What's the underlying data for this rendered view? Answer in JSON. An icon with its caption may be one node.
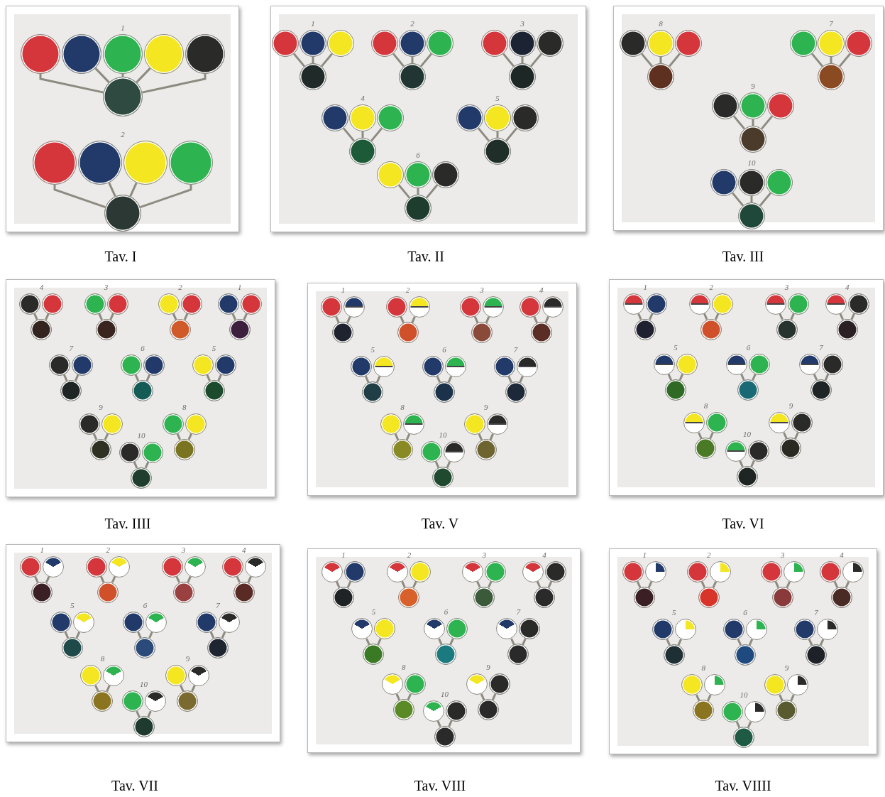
{
  "diagram": {
    "nodes": [
      {
        "text": [],
        "shape": "box",
        "beside": [
          "Tav. I"
        ]
      },
      {
        "text": [],
        "shape": "circle",
        "in": 0
      },
      {
        "text": [],
        "shape": "circle",
        "in": 0
      },
      {
        "text": [],
        "shape": "circle",
        "in": 0
      },
      {
        "text": [],
        "shape": "circle",
        "in": 0
      },
      {
        "text": [],
        "shape": "circle",
        "in": 0
      },
      {
        "text": [],
        "shape": "circle",
        "in": 0
      },
      {
        "text": [],
        "shape": "circle",
        "in": 0
      },
      {
        "text": [],
        "shape": "circle",
        "in": 0
      },
      {
        "text": [],
        "shape": "circle",
        "in": 0
      },
      {
        "text": [],
        "shape": "circle",
        "in": 0
      },
      {
        "text": [],
        "shape": "circle",
        "in": 0
      },
      {
        "text": [],
        "shape": "box",
        "beside": [
          "Tav. II"
        ]
      },
      {
        "text": [],
        "shape": "circle",
        "in": 12
      },
      {
        "text": [],
        "shape": "circle",
        "in": 12
      },
      {
        "text": [],
        "shape": "circle",
        "in": 12
      },
      {
        "text": [],
        "shape": "circle",
        "in": 12
      },
      {
        "text": [],
        "shape": "circle",
        "in": 12
      },
      {
        "text": [],
        "shape": "circle",
        "in": 12
      },
      {
        "text": [],
        "shape": "circle",
        "in": 12
      },
      {
        "text": [],
        "shape": "circle",
        "in": 12
      },
      {
        "text": [],
        "shape": "circle",
        "in": 12
      },
      {
        "text": [],
        "shape": "circle",
        "in": 12
      },
      {
        "text": [],
        "shape": "circle",
        "in": 12
      },
      {
        "text": [],
        "shape": "circle",
        "in": 12
      },
      {
        "text": [],
        "shape": "circle",
        "in": 12
      },
      {
        "text": [],
        "shape": "circle",
        "in": 12
      },
      {
        "text": [],
        "shape": "circle",
        "in": 12
      },
      {
        "text": [],
        "shape": "circle",
        "in": 12
      },
      {
        "text": [],
        "shape": "circle",
        "in": 12
      },
      {
        "text": [],
        "shape": "circle",
        "in": 12
      },
      {
        "text": [],
        "shape": "circle",
        "in": 12
      },
      {
        "text": [],
        "shape": "circle",
        "in": 12
      },
      {
        "text": [],
        "shape": "circle",
        "in": 12
      },
      {
        "text": [],
        "shape": "circle",
        "in": 12
      },
      {
        "text": [],
        "shape": "circle",
        "in": 12
      },
      {
        "text": [],
        "shape": "circle",
        "in": 12
      },
      {
        "text": [],
        "shape": "box",
        "beside": [
          "Tav. III"
        ]
      },
      {
        "text": [],
        "shape": "circle",
        "in": 37
      },
      {
        "text": [],
        "shape": "circle",
        "in": 37
      },
      {
        "text": [],
        "shape": "circle",
        "in": 37
      },
      {
        "text": [],
        "shape": "circle",
        "in": 37
      },
      {
        "text": [],
        "shape": "circle",
        "in": 37
      },
      {
        "text": [],
        "shape": "circle",
        "in": 37
      },
      {
        "text": [],
        "shape": "circle",
        "in": 37
      },
      {
        "text": [],
        "shape": "circle",
        "in": 37
      },
      {
        "text": [],
        "shape": "circle",
        "in": 37
      },
      {
        "text": [],
        "shape": "circle",
        "in": 37
      },
      {
        "text": [],
        "shape": "circle",
        "in": 37
      },
      {
        "text": [],
        "shape": "circle",
        "in": 37
      },
      {
        "text": [],
        "shape": "circle",
        "in": 37
      },
      {
        "text": [],
        "shape": "circle",
        "in": 37
      },
      {
        "text": [],
        "shape": "circle",
        "in": 37
      },
      {
        "text": [],
        "shape": "circle",
        "in": 37
      },
      {
        "text": [],
        "shape": "box",
        "beside": [
          "Tav. IIII"
        ]
      },
      {
        "text": [],
        "shape": "circle",
        "in": 54
      },
      {
        "text": [],
        "shape": "circle",
        "in": 54
      },
      {
        "text": [],
        "shape": "circle",
        "in": 54
      },
      {
        "text": [],
        "shape": "circle",
        "in": 54
      },
      {
        "text": [],
        "shape": "circle",
        "in": 54
      },
      {
        "text": [],
        "shape": "circle",
        "in": 54
      },
      {
        "text": [],
        "shape": "circle",
        "in": 54
      },
      {
        "text": [],
        "shape": "circle",
        "in": 54
      },
      {
        "text": [],
        "shape": "circle",
        "in": 54
      },
      {
        "text": [],
        "shape": "circle",
        "in": 54
      },
      {
        "text": [],
        "shape": "circle",
        "in": 54
      },
      {
        "text": [],
        "shape": "circle",
        "in": 54
      },
      {
        "text": [],
        "shape": "circle",
        "in": 54
      },
      {
        "text": [],
        "shape": "circle",
        "in": 54
      },
      {
        "text": [],
        "shape": "circle",
        "in": 54
      },
      {
        "text": [],
        "shape": "circle",
        "in": 54
      },
      {
        "text": [],
        "shape": "circle",
        "in": 54
      },
      {
        "text": [],
        "shape": "circle",
        "in": 54
      },
      {
        "text": [],
        "shape": "circle",
        "in": 54
      },
      {
        "text": [],
        "shape": "circle",
        "in": 54
      },
      {
        "text": [],
        "shape": "circle",
        "in": 54
      },
      {
        "text": [],
        "shape": "circle",
        "in": 54
      },
      {
        "text": [],
        "shape": "circle",
        "in": 54
      },
      {
        "text": [],
        "shape": "circle",
        "in": 54
      },
      {
        "text": [],
        "shape": "circle",
        "in": 54
      },
      {
        "text": [],
        "shape": "circle",
        "in": 54
      },
      {
        "text": [],
        "shape": "circle",
        "in": 54
      },
      {
        "text": [],
        "shape": "circle",
        "in": 54
      },
      {
        "text": [],
        "shape": "circle",
        "in": 54
      },
      {
        "text": [],
        "shape": "circle",
        "in": 54
      },
      {
        "text": [],
        "shape": "box",
        "beside": [
          "Tav. V"
        ]
      },
      {
        "text": [],
        "shape": "circle",
        "in": 85
      },
      {
        "text": [],
        "shape": "circle",
        "in": 85
      },
      {
        "text": [],
        "shape": "circle",
        "in": 85
      },
      {
        "text": [],
        "shape": "circle",
        "in": 85
      },
      {
        "text": [],
        "shape": "circle",
        "in": 85
      },
      {
        "text": [],
        "shape": "circle",
        "in": 85
      },
      {
        "text": [],
        "shape": "circle",
        "in": 85
      },
      {
        "text": [],
        "shape": "circle",
        "in": 85
      },
      {
        "text": [],
        "shape": "circle",
        "in": 85
      },
      {
        "text": [],
        "shape": "circle",
        "in": 85
      },
      {
        "text": [],
        "shape": "circle",
        "in": 85
      },
      {
        "text": [],
        "shape": "circle",
        "in": 85
      },
      {
        "text": [],
        "shape": "circle",
        "in": 85
      },
      {
        "text": [],
        "shape": "circle",
        "in": 85
      },
      {
        "text": [],
        "shape": "circle",
        "in": 85
      },
      {
        "text": [],
        "shape": "circle",
        "in": 85
      },
      {
        "text": [],
        "shape": "circle",
        "in": 85
      },
      {
        "text": [],
        "shape": "circle",
        "in": 85
      },
      {
        "text": [],
        "shape": "circle",
        "in": 85
      },
      {
        "text": [],
        "shape": "circle",
        "in": 85
      },
      {
        "text": [],
        "shape": "circle",
        "in": 85
      },
      {
        "text": [],
        "shape": "circle",
        "in": 85
      },
      {
        "text": [],
        "shape": "circle",
        "in": 85
      },
      {
        "text": [],
        "shape": "circle",
        "in": 85
      },
      {
        "text": [],
        "shape": "circle",
        "in": 85
      },
      {
        "text": [],
        "shape": "circle",
        "in": 85
      },
      {
        "text": [],
        "shape": "circle",
        "in": 85
      },
      {
        "text": [],
        "shape": "circle",
        "in": 85
      },
      {
        "text": [],
        "shape": "circle",
        "in": 85
      },
      {
        "text": [],
        "shape": "circle",
        "in": 85
      },
      {
        "text": [],
        "shape": "box",
        "beside": [
          "Tav. VI"
        ]
      },
      {
        "text": [],
        "shape": "circle",
        "in": 116
      },
      {
        "text": [],
        "shape": "circle",
        "in": 116
      },
      {
        "text": [],
        "shape": "circle",
        "in": 116
      },
      {
        "text": [],
        "shape": "circle",
        "in": 116
      },
      {
        "text": [],
        "shape": "circle",
        "in": 116
      },
      {
        "text": [],
        "shape": "circle",
        "in": 116
      },
      {
        "text": [],
        "shape": "circle",
        "in": 116
      },
      {
        "text": [],
        "shape": "circle",
        "in": 116
      },
      {
        "text": [],
        "shape": "circle",
        "in": 116
      },
      {
        "text": [],
        "shape": "circle",
        "in": 116
      },
      {
        "text": [],
        "shape": "circle",
        "in": 116
      },
      {
        "text": [],
        "shape": "circle",
        "in": 116
      },
      {
        "text": [],
        "shape": "circle",
        "in": 116
      },
      {
        "text": [],
        "shape": "circle",
        "in": 116
      },
      {
        "text": [],
        "shape": "circle",
        "in": 116
      },
      {
        "text": [],
        "shape": "circle",
        "in": 116
      },
      {
        "text": [],
        "shape": "circle",
        "in": 116
      },
      {
        "text": [],
        "shape": "circle",
        "in": 116
      },
      {
        "text": [],
        "shape": "circle",
        "in": 116
      },
      {
        "text": [],
        "shape": "circle",
        "in": 116
      },
      {
        "text": [],
        "shape": "circle",
        "in": 116
      },
      {
        "text": [],
        "shape": "circle",
        "in": 116
      },
      {
        "text": [],
        "shape": "circle",
        "in": 116
      },
      {
        "text": [],
        "shape": "circle",
        "in": 116
      },
      {
        "text": [],
        "shape": "circle",
        "in": 116
      },
      {
        "text": [],
        "shape": "circle",
        "in": 116
      },
      {
        "text": [],
        "shape": "circle",
        "in": 116
      },
      {
        "text": [],
        "shape": "circle",
        "in": 116
      },
      {
        "text": [],
        "shape": "circle",
        "in": 116
      },
      {
        "text": [],
        "shape": "circle",
        "in": 116
      },
      {
        "text": [],
        "shape": "box",
        "beside": [
          "Tav. VII"
        ]
      },
      {
        "text": [],
        "shape": "circle",
        "in": 147
      },
      {
        "text": [],
        "shape": "circle",
        "in": 147
      },
      {
        "text": [],
        "shape": "circle",
        "in": 147
      },
      {
        "text": [],
        "shape": "circle",
        "in": 147
      },
      {
        "text": [],
        "shape": "circle",
        "in": 147
      },
      {
        "text": [],
        "shape": "circle",
        "in": 147
      },
      {
        "text": [],
        "shape": "circle",
        "in": 147
      },
      {
        "text": [],
        "shape": "circle",
        "in": 147
      },
      {
        "text": [],
        "shape": "circle",
        "in": 147
      },
      {
        "text": [],
        "shape": "circle",
        "in": 147
      },
      {
        "text": [],
        "shape": "circle",
        "in": 147
      },
      {
        "text": [],
        "shape": "circle",
        "in": 147
      },
      {
        "text": [],
        "shape": "circle",
        "in": 147
      },
      {
        "text": [],
        "shape": "circle",
        "in": 147
      },
      {
        "text": [],
        "shape": "circle",
        "in": 147
      },
      {
        "text": [],
        "shape": "circle",
        "in": 147
      },
      {
        "text": [],
        "shape": "circle",
        "in": 147
      },
      {
        "text": [],
        "shape": "circle",
        "in": 147
      },
      {
        "text": [],
        "shape": "circle",
        "in": 147
      },
      {
        "text": [],
        "shape": "circle",
        "in": 147
      },
      {
        "text": [],
        "shape": "circle",
        "in": 147
      },
      {
        "text": [],
        "shape": "circle",
        "in": 147
      },
      {
        "text": [],
        "shape": "circle",
        "in": 147
      },
      {
        "text": [],
        "shape": "circle",
        "in": 147
      },
      {
        "text": [],
        "shape": "circle",
        "in": 147
      },
      {
        "text": [],
        "shape": "circle",
        "in": 147
      },
      {
        "text": [],
        "shape": "circle",
        "in": 147
      },
      {
        "text": [],
        "shape": "circle",
        "in": 147
      },
      {
        "text": [],
        "shape": "circle",
        "in": 147
      },
      {
        "text": [],
        "shape": "circle",
        "in": 147
      },
      {
        "text": [],
        "shape": "box",
        "beside": [
          "Tav. VIII"
        ]
      },
      {
        "text": [],
        "shape": "circle",
        "in": 178
      },
      {
        "text": [],
        "shape": "circle",
        "in": 178
      },
      {
        "text": [],
        "shape": "circle",
        "in": 178
      },
      {
        "text": [],
        "shape": "circle",
        "in": 178
      },
      {
        "text": [],
        "shape": "circle",
        "in": 178
      },
      {
        "text": [],
        "shape": "circle",
        "in": 178
      },
      {
        "text": [],
        "shape": "circle",
        "in": 178
      },
      {
        "text": [],
        "shape": "circle",
        "in": 178
      },
      {
        "text": [],
        "shape": "circle",
        "in": 178
      },
      {
        "text": [],
        "shape": "circle",
        "in": 178
      },
      {
        "text": [],
        "shape": "circle",
        "in": 178
      },
      {
        "text": [],
        "shape": "circle",
        "in": 178
      },
      {
        "text": [],
        "shape": "circle",
        "in": 178
      },
      {
        "text": [],
        "shape": "circle",
        "in": 178
      },
      {
        "text": [],
        "shape": "circle",
        "in": 178
      },
      {
        "text": [],
        "shape": "circle",
        "in": 178
      },
      {
        "text": [],
        "shape": "circle",
        "in": 178
      },
      {
        "text": [],
        "shape": "circle",
        "in": 178
      },
      {
        "text": [],
        "shape": "circle",
        "in": 178
      },
      {
        "text": [],
        "shape": "circle",
        "in": 178
      },
      {
        "text": [],
        "shape": "circle",
        "in": 178
      },
      {
        "text": [],
        "shape": "circle",
        "in": 178
      },
      {
        "text": [],
        "shape": "circle",
        "in": 178
      },
      {
        "text": [],
        "shape": "circle",
        "in": 178
      },
      {
        "text": [],
        "shape": "circle",
        "in": 178
      },
      {
        "text": [],
        "shape": "circle",
        "in": 178
      },
      {
        "text": [],
        "shape": "circle",
        "in": 178
      },
      {
        "text": [],
        "shape": "circle",
        "in": 178
      },
      {
        "text": [],
        "shape": "circle",
        "in": 178
      },
      {
        "text": [],
        "shape": "circle",
        "in": 178
      },
      {
        "text": [],
        "shape": "box",
        "beside": [
          "Tav. VIIII"
        ]
      },
      {
        "text": [],
        "shape": "circle",
        "in": 209
      },
      {
        "text": [],
        "shape": "circle",
        "in": 209
      },
      {
        "text": [],
        "shape": "circle",
        "in": 209
      },
      {
        "text": [],
        "shape": "circle",
        "in": 209
      },
      {
        "text": [],
        "shape": "circle",
        "in": 209
      },
      {
        "text": [],
        "shape": "circle",
        "in": 209
      },
      {
        "text": [],
        "shape": "circle",
        "in": 209
      },
      {
        "text": [],
        "shape": "circle",
        "in": 209
      },
      {
        "text": [],
        "shape": "circle",
        "in": 209
      },
      {
        "text": [],
        "shape": "circle",
        "in": 209
      },
      {
        "text": [],
        "shape": "circle",
        "in": 209
      },
      {
        "text": [],
        "shape": "circle",
        "in": 209
      },
      {
        "text": [],
        "shape": "circle",
        "in": 209
      },
      {
        "text": [],
        "shape": "circle",
        "in": 209
      },
      {
        "text": [],
        "shape": "circle",
        "in": 209
      },
      {
        "text": [],
        "shape": "circle",
        "in": 209
      },
      {
        "text": [],
        "shape": "circle",
        "in": 209
      },
      {
        "text": [],
        "shape": "circle",
        "in": 209
      },
      {
        "text": [],
        "shape": "circle",
        "in": 209
      },
      {
        "text": [],
        "shape": "circle",
        "in": 209
      },
      {
        "text": [],
        "shape": "circle",
        "in": 209
      },
      {
        "text": [],
        "shape": "circle",
        "in": 209
      },
      {
        "text": [],
        "shape": "circle",
        "in": 209
      },
      {
        "text": [],
        "shape": "circle",
        "in": 209
      },
      {
        "text": [],
        "shape": "circle",
        "in": 209
      },
      {
        "text": [],
        "shape": "circle",
        "in": 209
      },
      {
        "text": [],
        "shape": "circle",
        "in": 209
      },
      {
        "text": [],
        "shape": "circle",
        "in": 209
      },
      {
        "text": [],
        "shape": "circle",
        "in": 209
      },
      {
        "text": [],
        "shape": "circle",
        "in": 209
      }
    ],
    "edges": [
      {
        "from": 1,
        "to": 6,
        "arrow": "none"
      },
      {
        "from": 2,
        "to": 6,
        "arrow": "none"
      },
      {
        "from": 3,
        "to": 6,
        "arrow": "none"
      },
      {
        "from": 4,
        "to": 6,
        "arrow": "none"
      },
      {
        "from": 5,
        "to": 6,
        "arrow": "none"
      },
      {
        "from": 7,
        "to": 11,
        "arrow": "none"
      },
      {
        "from": 8,
        "to": 11,
        "arrow": "none"
      },
      {
        "from": 9,
        "to": 11,
        "arrow": "none"
      },
      {
        "from": 10,
        "to": 11,
        "arrow": "none"
      },
      {
        "from": 13,
        "to": 16,
        "arrow": "none"
      },
      {
        "from": 14,
        "to": 16,
        "arrow": "none"
      },
      {
        "from": 15,
        "to": 16,
        "arrow": "none"
      },
      {
        "from": 17,
        "to": 20,
        "arrow": "none"
      },
      {
        "from": 18,
        "to": 20,
        "arrow": "none"
      },
      {
        "from": 19,
        "to": 20,
        "arrow": "none"
      },
      {
        "from": 21,
        "to": 24,
        "arrow": "none"
      },
      {
        "from": 22,
        "to": 24,
        "arrow": "none"
      },
      {
        "from": 23,
        "to": 24,
        "arrow": "none"
      },
      {
        "from": 25,
        "to": 28,
        "arrow": "none"
      },
      {
        "from": 26,
        "to": 28,
        "arrow": "none"
      },
      {
        "from": 27,
        "to": 28,
        "arrow": "none"
      },
      {
        "from": 29,
        "to": 32,
        "arrow": "none"
      },
      {
        "from": 30,
        "to": 32,
        "arrow": "none"
      },
      {
        "from": 31,
        "to": 32,
        "arrow": "none"
      },
      {
        "from": 33,
        "to": 36,
        "arrow": "none"
      },
      {
        "from": 34,
        "to": 36,
        "arrow": "none"
      },
      {
        "from": 35,
        "to": 36,
        "arrow": "none"
      },
      {
        "from": 38,
        "to": 41,
        "arrow": "none"
      },
      {
        "from": 39,
        "to": 41,
        "arrow": "none"
      },
      {
        "from": 40,
        "to": 41,
        "arrow": "none"
      },
      {
        "from": 42,
        "to": 45,
        "arrow": "none"
      },
      {
        "from": 43,
        "to": 45,
        "arrow": "none"
      },
      {
        "from": 44,
        "to": 45,
        "arrow": "none"
      },
      {
        "from": 46,
        "to": 49,
        "arrow": "none"
      },
      {
        "from": 47,
        "to": 49,
        "arrow": "none"
      },
      {
        "from": 48,
        "to": 49,
        "arrow": "none"
      },
      {
        "from": 50,
        "to": 53,
        "arrow": "none"
      },
      {
        "from": 51,
        "to": 53,
        "arrow": "none"
      },
      {
        "from": 52,
        "to": 53,
        "arrow": "none"
      },
      {
        "from": 55,
        "to": 57,
        "arrow": "none"
      },
      {
        "from": 56,
        "to": 57,
        "arrow": "none"
      },
      {
        "from": 58,
        "to": 60,
        "arrow": "none"
      },
      {
        "from": 59,
        "to": 60,
        "arrow": "none"
      },
      {
        "from": 61,
        "to": 63,
        "arrow": "none"
      },
      {
        "from": 62,
        "to": 63,
        "arrow": "none"
      },
      {
        "from": 64,
        "to": 66,
        "arrow": "none"
      },
      {
        "from": 65,
        "to": 66,
        "arrow": "none"
      },
      {
        "from": 67,
        "to": 69,
        "arrow": "none"
      },
      {
        "from": 68,
        "to": 69,
        "arrow": "none"
      },
      {
        "from": 70,
        "to": 72,
        "arrow": "none"
      },
      {
        "from": 71,
        "to": 72,
        "arrow": "none"
      },
      {
        "from": 73,
        "to": 75,
        "arrow": "none"
      },
      {
        "from": 74,
        "to": 75,
        "arrow": "none"
      },
      {
        "from": 76,
        "to": 78,
        "arrow": "none"
      },
      {
        "from": 77,
        "to": 78,
        "arrow": "none"
      },
      {
        "from": 79,
        "to": 81,
        "arrow": "none"
      },
      {
        "from": 80,
        "to": 81,
        "arrow": "none"
      },
      {
        "from": 82,
        "to": 84,
        "arrow": "none"
      },
      {
        "from": 83,
        "to": 84,
        "arrow": "none"
      },
      {
        "from": 86,
        "to": 88,
        "arrow": "none"
      },
      {
        "from": 87,
        "to": 88,
        "arrow": "none"
      },
      {
        "from": 89,
        "to": 91,
        "arrow": "none"
      },
      {
        "from": 90,
        "to": 91,
        "arrow": "none"
      },
      {
        "from": 92,
        "to": 94,
        "arrow": "none"
      },
      {
        "from": 93,
        "to": 94,
        "arrow": "none"
      },
      {
        "from": 95,
        "to": 97,
        "arrow": "none"
      },
      {
        "from": 96,
        "to": 97,
        "arrow": "none"
      },
      {
        "from": 98,
        "to": 100,
        "arrow": "none"
      },
      {
        "from": 99,
        "to": 100,
        "arrow": "none"
      },
      {
        "from": 101,
        "to": 103,
        "arrow": "none"
      },
      {
        "from": 102,
        "to": 103,
        "arrow": "none"
      },
      {
        "from": 104,
        "to": 106,
        "arrow": "none"
      },
      {
        "from": 105,
        "to": 106,
        "arrow": "none"
      },
      {
        "from": 107,
        "to": 109,
        "arrow": "none"
      },
      {
        "from": 108,
        "to": 109,
        "arrow": "none"
      },
      {
        "from": 110,
        "to": 112,
        "arrow": "none"
      },
      {
        "from": 111,
        "to": 112,
        "arrow": "none"
      },
      {
        "from": 113,
        "to": 115,
        "arrow": "none"
      },
      {
        "from": 114,
        "to": 115,
        "arrow": "none"
      },
      {
        "from": 117,
        "to": 119,
        "arrow": "none"
      },
      {
        "from": 118,
        "to": 119,
        "arrow": "none"
      },
      {
        "from": 120,
        "to": 122,
        "arrow": "none"
      },
      {
        "from": 121,
        "to": 122,
        "arrow": "none"
      },
      {
        "from": 123,
        "to": 125,
        "arrow": "none"
      },
      {
        "from": 124,
        "to": 125,
        "arrow": "none"
      },
      {
        "from": 126,
        "to": 128,
        "arrow": "none"
      },
      {
        "from": 127,
        "to": 128,
        "arrow": "none"
      },
      {
        "from": 129,
        "to": 131,
        "arrow": "none"
      },
      {
        "from": 130,
        "to": 131,
        "arrow": "none"
      },
      {
        "from": 132,
        "to": 134,
        "arrow": "none"
      },
      {
        "from": 133,
        "to": 134,
        "arrow": "none"
      },
      {
        "from": 135,
        "to": 137,
        "arrow": "none"
      },
      {
        "from": 136,
        "to": 137,
        "arrow": "none"
      },
      {
        "from": 138,
        "to": 140,
        "arrow": "none"
      },
      {
        "from": 139,
        "to": 140,
        "arrow": "none"
      },
      {
        "from": 141,
        "to": 143,
        "arrow": "none"
      },
      {
        "from": 142,
        "to": 143,
        "arrow": "none"
      },
      {
        "from": 144,
        "to": 146,
        "arrow": "none"
      },
      {
        "from": 145,
        "to": 146,
        "arrow": "none"
      },
      {
        "from": 148,
        "to": 150,
        "arrow": "none"
      },
      {
        "from": 149,
        "to": 150,
        "arrow": "none"
      },
      {
        "from": 151,
        "to": 153,
        "arrow": "none"
      },
      {
        "from": 152,
        "to": 153,
        "arrow": "none"
      },
      {
        "from": 154,
        "to": 156,
        "arrow": "none"
      },
      {
        "from": 155,
        "to": 156,
        "arrow": "none"
      },
      {
        "from": 157,
        "to": 159,
        "arrow": "none"
      },
      {
        "from": 158,
        "to": 159,
        "arrow": "none"
      },
      {
        "from": 160,
        "to": 162,
        "arrow": "none"
      },
      {
        "from": 161,
        "to": 162,
        "arrow": "none"
      },
      {
        "from": 163,
        "to": 165,
        "arrow": "none"
      },
      {
        "from": 164,
        "to": 165,
        "arrow": "none"
      },
      {
        "from": 166,
        "to": 168,
        "arrow": "none"
      },
      {
        "from": 167,
        "to": 168,
        "arrow": "none"
      },
      {
        "from": 169,
        "to": 171,
        "arrow": "none"
      },
      {
        "from": 170,
        "to": 171,
        "arrow": "none"
      },
      {
        "from": 172,
        "to": 174,
        "arrow": "none"
      },
      {
        "from": 173,
        "to": 174,
        "arrow": "none"
      },
      {
        "from": 175,
        "to": 177,
        "arrow": "none"
      },
      {
        "from": 176,
        "to": 177,
        "arrow": "none"
      },
      {
        "from": 179,
        "to": 181,
        "arrow": "none"
      },
      {
        "from": 180,
        "to": 181,
        "arrow": "none"
      },
      {
        "from": 182,
        "to": 184,
        "arrow": "none"
      },
      {
        "from": 183,
        "to": 184,
        "arrow": "none"
      },
      {
        "from": 185,
        "to": 187,
        "arrow": "none"
      },
      {
        "from": 186,
        "to": 187,
        "arrow": "none"
      },
      {
        "from": 188,
        "to": 190,
        "arrow": "none"
      },
      {
        "from": 189,
        "to": 190,
        "arrow": "none"
      },
      {
        "from": 191,
        "to": 193,
        "arrow": "none"
      },
      {
        "from": 192,
        "to": 193,
        "arrow": "none"
      },
      {
        "from": 194,
        "to": 196,
        "arrow": "none"
      },
      {
        "from": 195,
        "to": 196,
        "arrow": "none"
      },
      {
        "from": 197,
        "to": 199,
        "arrow": "none"
      },
      {
        "from": 198,
        "to": 199,
        "arrow": "none"
      },
      {
        "from": 200,
        "to": 202,
        "arrow": "none"
      },
      {
        "from": 201,
        "to": 202,
        "arrow": "none"
      },
      {
        "from": 203,
        "to": 205,
        "arrow": "none"
      },
      {
        "from": 204,
        "to": 205,
        "arrow": "none"
      },
      {
        "from": 206,
        "to": 208,
        "arrow": "none"
      },
      {
        "from": 207,
        "to": 208,
        "arrow": "none"
      },
      {
        "from": 210,
        "to": 212,
        "arrow": "none"
      },
      {
        "from": 211,
        "to": 212,
        "arrow": "none"
      },
      {
        "from": 213,
        "to": 215,
        "arrow": "none"
      },
      {
        "from": 214,
        "to": 215,
        "arrow": "none"
      },
      {
        "from": 216,
        "to": 218,
        "arrow": "none"
      },
      {
        "from": 217,
        "to": 218,
        "arrow": "none"
      },
      {
        "from": 219,
        "to": 221,
        "arrow": "none"
      },
      {
        "from": 220,
        "to": 221,
        "arrow": "none"
      },
      {
        "from": 222,
        "to": 224,
        "arrow": "none"
      },
      {
        "from": 223,
        "to": 224,
        "arrow": "none"
      },
      {
        "from": 225,
        "to": 227,
        "arrow": "none"
      },
      {
        "from": 226,
        "to": 227,
        "arrow": "none"
      },
      {
        "from": 228,
        "to": 230,
        "arrow": "none"
      },
      {
        "from": 229,
        "to": 230,
        "arrow": "none"
      },
      {
        "from": 231,
        "to": 233,
        "arrow": "none"
      },
      {
        "from": 232,
        "to": 233,
        "arrow": "none"
      },
      {
        "from": 234,
        "to": 236,
        "arrow": "none"
      },
      {
        "from": 235,
        "to": 236,
        "arrow": "none"
      },
      {
        "from": 237,
        "to": 239,
        "arrow": "none"
      },
      {
        "from": 238,
        "to": 239,
        "arrow": "none"
      }
    ],
    "labels": [
      "1",
      "2",
      "1",
      "2",
      "3",
      "4",
      "5",
      "6",
      "8",
      "7",
      "9",
      "10",
      "4",
      "3",
      "2",
      "1",
      "7",
      "6",
      "5",
      "9",
      "8",
      "10",
      "1",
      "2",
      "3",
      "4",
      "5",
      "6",
      "7",
      "8",
      "9",
      "10",
      "1",
      "2",
      "3",
      "4",
      "5",
      "6",
      "7",
      "8",
      "9",
      "10",
      "1",
      "2",
      "3",
      "4",
      "5",
      "6",
      "7",
      "8",
      "9",
      "10",
      "1",
      "2",
      "3",
      "4",
      "5",
      "6",
      "7",
      "8",
      "9",
      "10",
      "1",
      "2",
      "3",
      "4",
      "5",
      "6",
      "7",
      "8",
      "9",
      "10"
    ]
  }
}
